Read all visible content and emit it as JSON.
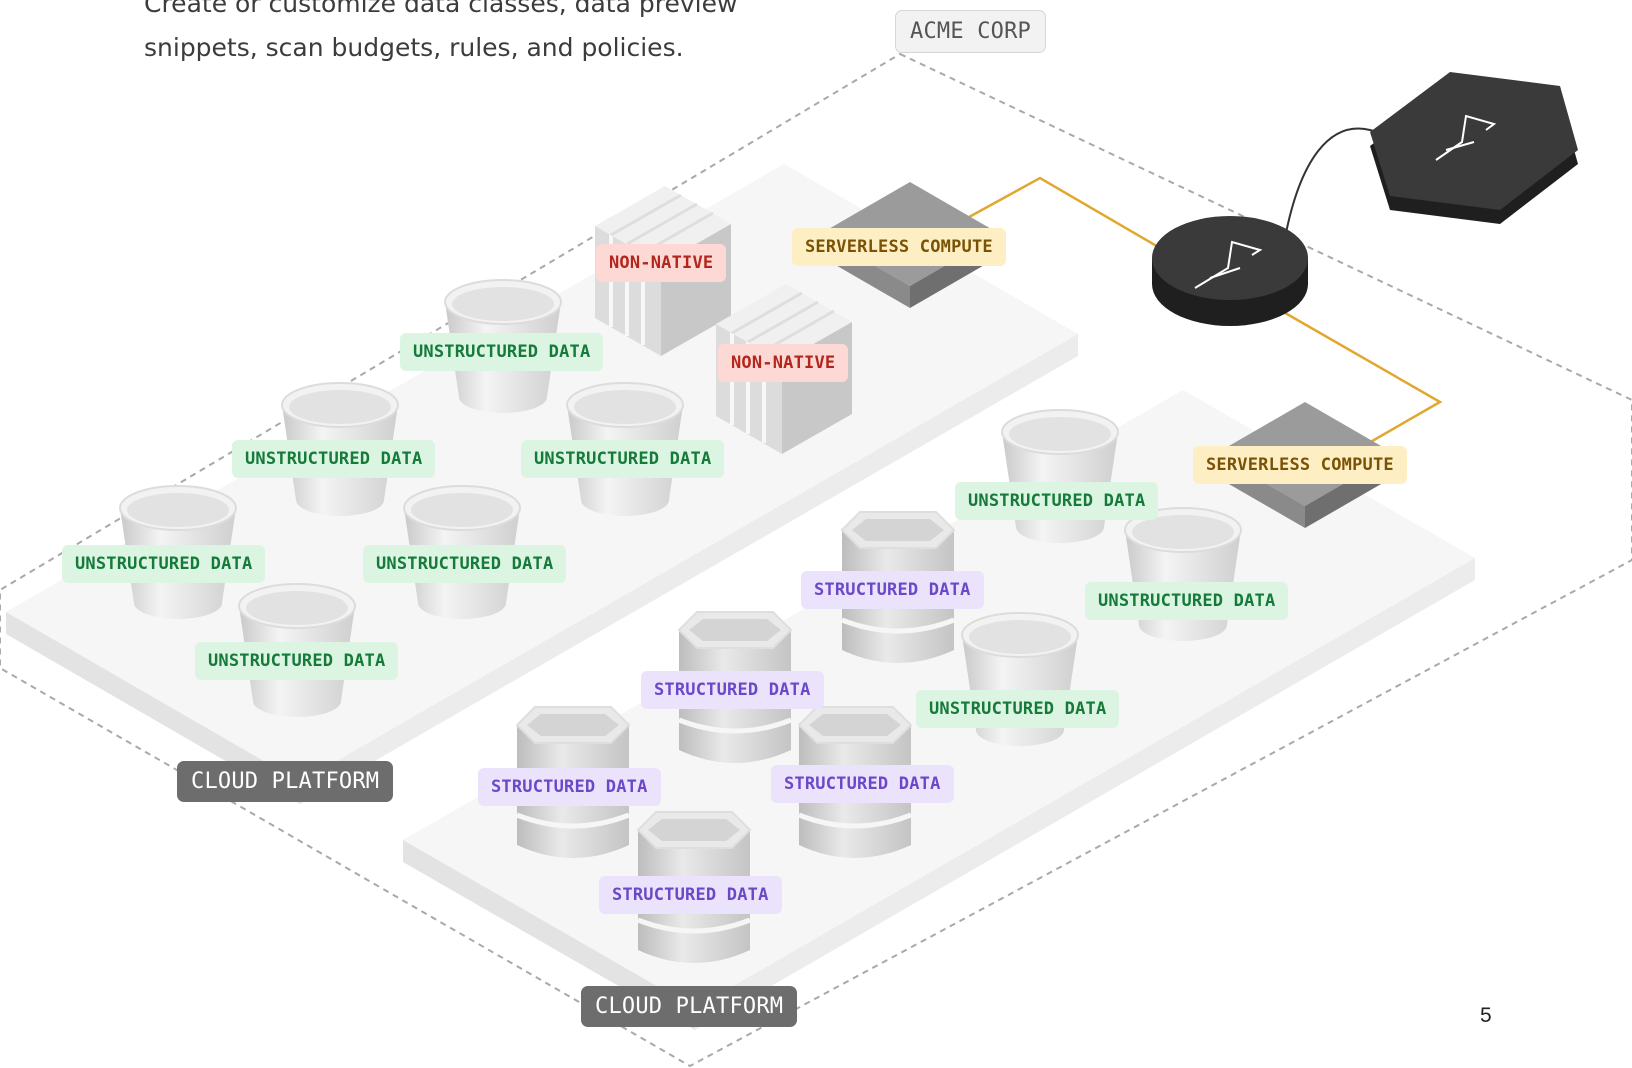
{
  "intro": {
    "line1": "Create or customize data classes, data preview",
    "line2": "snippets, scan budgets, rules, and policies."
  },
  "org_label": "ACME CORP",
  "platform_label": "CLOUD PLATFORM",
  "labels": {
    "unstructured": "UNSTRUCTURED DATA",
    "structured": "STRUCTURED DATA",
    "non_native": "NON-NATIVE",
    "serverless": "SERVERLESS COMPUTE"
  },
  "page_number": "5",
  "colors": {
    "unstructured_bg": "#dcf5e2",
    "unstructured_text": "#157a3a",
    "structured_bg": "#ebe3fb",
    "structured_text": "#6b48c8",
    "non_native_bg": "#fcd9d5",
    "non_native_text": "#b3261e",
    "serverless_bg": "#fdefc3",
    "serverless_text": "#7a5206",
    "connector": "#e0a82e",
    "hub_node": "#3a3a3a"
  },
  "icons": [
    "bucket-icon",
    "database-icon",
    "server-rack-icon",
    "compute-block-icon",
    "bird-logo-icon"
  ]
}
